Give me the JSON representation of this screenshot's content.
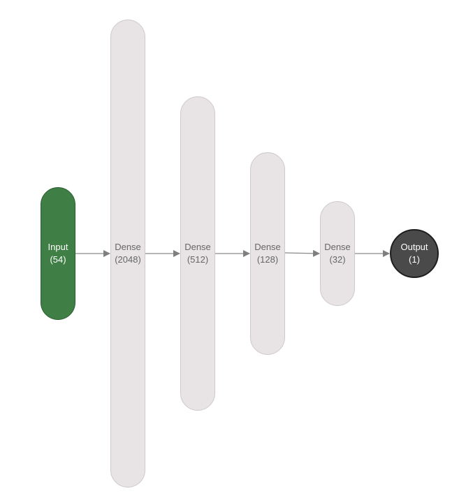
{
  "diagram": {
    "input": {
      "name": "Input",
      "size": "(54)"
    },
    "dense_layers": [
      {
        "name": "Dense",
        "size": "(2048)"
      },
      {
        "name": "Dense",
        "size": "(512)"
      },
      {
        "name": "Dense",
        "size": "(128)"
      },
      {
        "name": "Dense",
        "size": "(32)"
      }
    ],
    "output": {
      "name": "Output",
      "size": "(1)"
    }
  },
  "colors": {
    "input_fill": "#3f7f45",
    "dense_fill": "#e8e4e6",
    "output_fill": "#4a4a4a",
    "arrow": "#8a8a8a"
  }
}
